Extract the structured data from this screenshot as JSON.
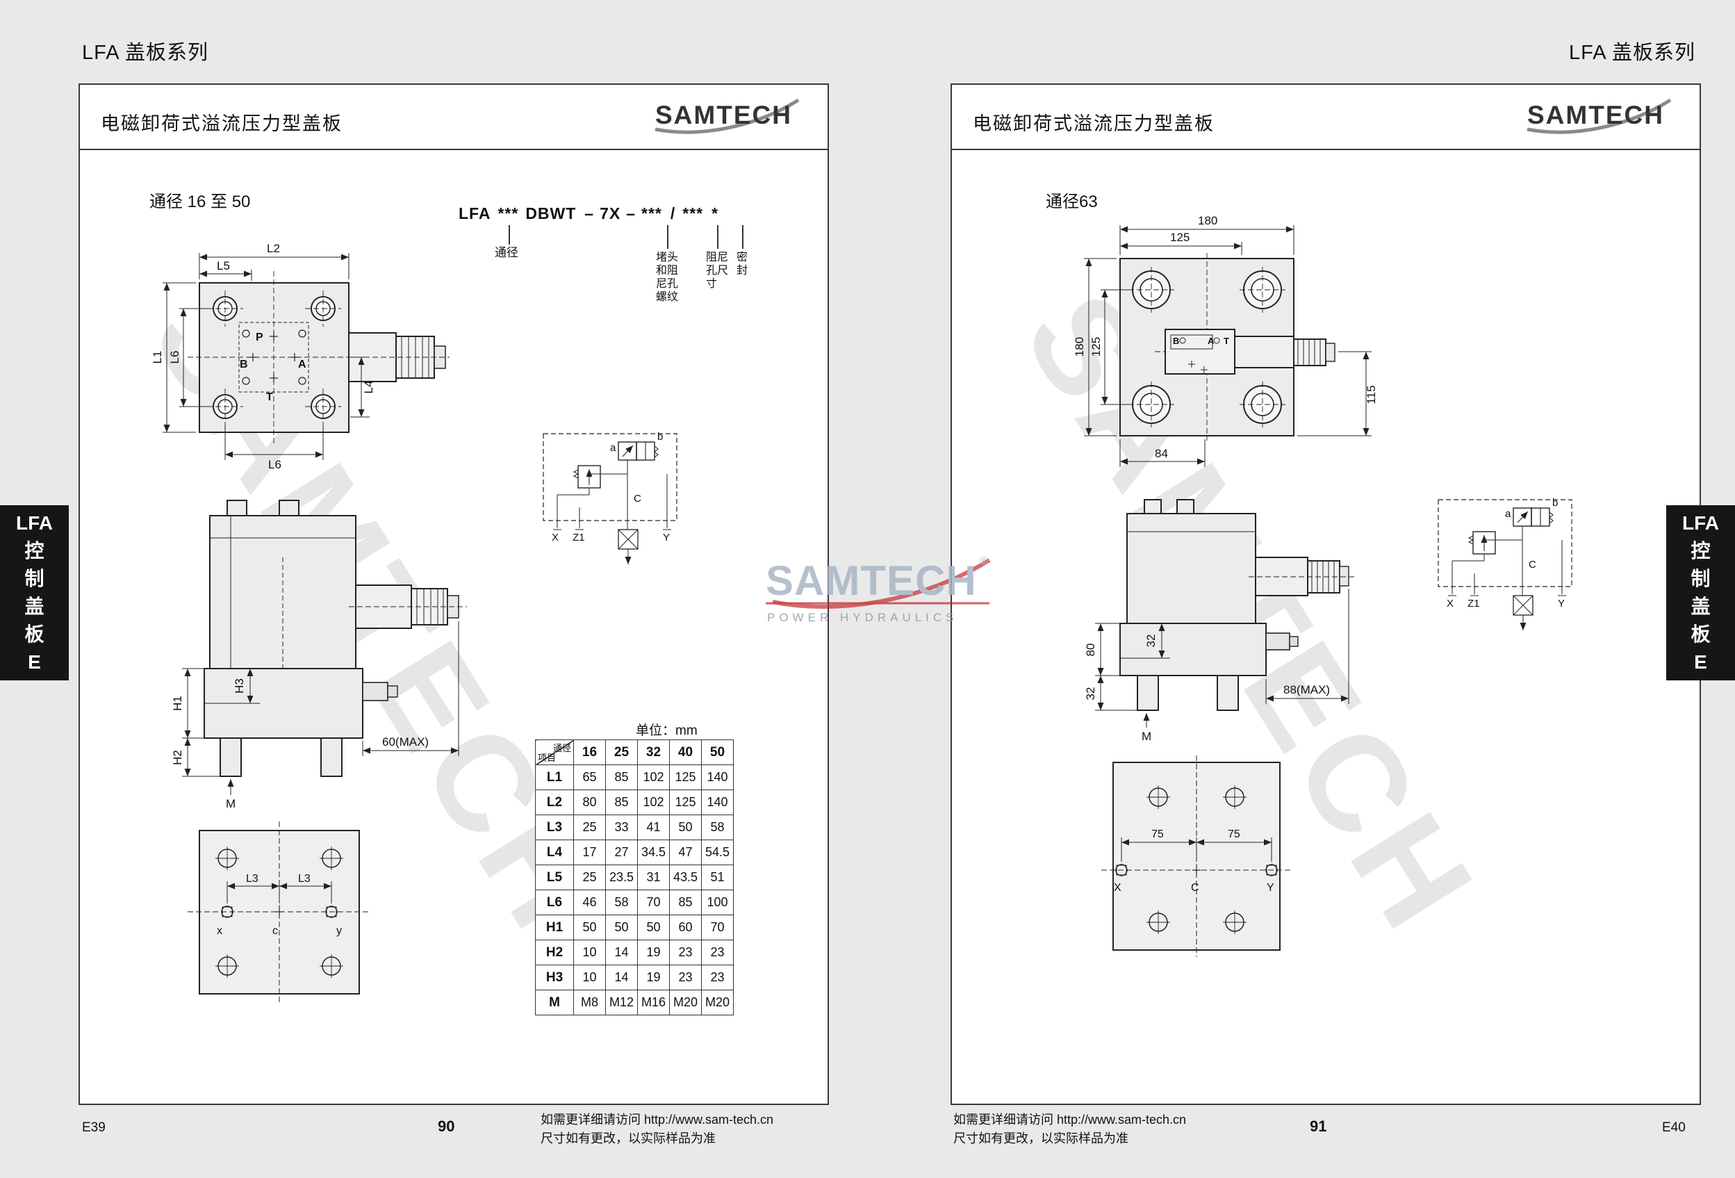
{
  "colors": {
    "accent_red": "#c2262b",
    "logo_dark": "#3a3a3a",
    "watermark_blue_gray": "#a9b6c6"
  },
  "chrome": {
    "header_left": "LFA 盖板系列",
    "header_right": "LFA 盖板系列",
    "tab_lines": [
      "LFA",
      "控",
      "制",
      "盖",
      "板",
      "E"
    ]
  },
  "watermark": {
    "diagonal_text": "SAMTECH",
    "center_logo": {
      "text": "SAMTECH",
      "reg": "®",
      "subtitle": "POWER HYDRAULICS"
    }
  },
  "left_page": {
    "title": "电磁卸荷式溢流压力型盖板",
    "logo": "SAMTECH",
    "section": "通径 16 至 50",
    "model_code": {
      "parts": [
        "LFA",
        "***",
        "DBWT",
        "–",
        "7X",
        "–",
        "***",
        "/",
        "***",
        "*"
      ],
      "labels": {
        "bore": "通径",
        "plug": [
          "堵头",
          "和阻",
          "尼孔",
          "螺纹"
        ],
        "orifice": [
          "阻尼",
          "孔尺",
          "寸"
        ],
        "seal": [
          "密",
          "封"
        ]
      }
    },
    "top_view": {
      "dims": {
        "l2": "L2",
        "l5": "L5",
        "l1": "L1",
        "l6_left": "L6",
        "l4": "L4",
        "l6_bottom": "L6"
      },
      "ports": {
        "p": "P",
        "b": "B",
        "a": "A",
        "t": "T"
      }
    },
    "side_view": {
      "dims": {
        "h3": "H3",
        "h1": "H1",
        "h2": "H2",
        "m": "M",
        "max": "60(MAX)"
      }
    },
    "bottom_view": {
      "dims": {
        "l3a": "L3",
        "l3b": "L3"
      },
      "ports": {
        "x": "x",
        "c": "c",
        "y": "y"
      }
    },
    "schematic": {
      "labels": {
        "a": "a",
        "b": "b",
        "c": "C",
        "x": "X",
        "z1": "Z1",
        "y": "Y"
      }
    },
    "table": {
      "unit": "单位：mm",
      "corner_top": "通径",
      "corner_bottom": "项目",
      "columns": [
        "16",
        "25",
        "32",
        "40",
        "50"
      ],
      "rows": [
        {
          "label": "L1",
          "values": [
            "65",
            "85",
            "102",
            "125",
            "140"
          ]
        },
        {
          "label": "L2",
          "values": [
            "80",
            "85",
            "102",
            "125",
            "140"
          ]
        },
        {
          "label": "L3",
          "values": [
            "25",
            "33",
            "41",
            "50",
            "58"
          ]
        },
        {
          "label": "L4",
          "values": [
            "17",
            "27",
            "34.5",
            "47",
            "54.5"
          ]
        },
        {
          "label": "L5",
          "values": [
            "25",
            "23.5",
            "31",
            "43.5",
            "51"
          ]
        },
        {
          "label": "L6",
          "values": [
            "46",
            "58",
            "70",
            "85",
            "100"
          ]
        },
        {
          "label": "H1",
          "values": [
            "50",
            "50",
            "50",
            "60",
            "70"
          ]
        },
        {
          "label": "H2",
          "values": [
            "10",
            "14",
            "19",
            "23",
            "23"
          ]
        },
        {
          "label": "H3",
          "values": [
            "10",
            "14",
            "19",
            "23",
            "23"
          ]
        },
        {
          "label": "M",
          "values": [
            "M8",
            "M12",
            "M16",
            "M20",
            "M20"
          ]
        }
      ]
    },
    "footer": {
      "doc_code": "E39",
      "page_number": "90",
      "note1": "如需更详细请访问 http://www.sam-tech.cn",
      "note2": "尺寸如有更改，以实际样品为准"
    }
  },
  "right_page": {
    "title": "电磁卸荷式溢流压力型盖板",
    "logo": "SAMTECH",
    "section": "通径63",
    "top_view": {
      "dims": {
        "w180": "180",
        "w125": "125",
        "h180": "180",
        "h125": "125",
        "h115": "115",
        "w84": "84"
      },
      "ports": {
        "b": "B",
        "a": "A",
        "t": "T"
      }
    },
    "side_view": {
      "dims": {
        "d32_top": "32",
        "d80": "80",
        "d32_bottom": "32",
        "m": "M",
        "max": "88(MAX)"
      }
    },
    "bottom_view": {
      "dims": {
        "d75a": "75",
        "d75b": "75"
      },
      "ports": {
        "x": "X",
        "c": "C",
        "y": "Y"
      }
    },
    "schematic": {
      "labels": {
        "a": "a",
        "b": "b",
        "c": "C",
        "x": "X",
        "z1": "Z1",
        "y": "Y"
      }
    },
    "footer": {
      "note1": "如需更详细请访问 http://www.sam-tech.cn",
      "note2": "尺寸如有更改，以实际样品为准",
      "page_number": "91",
      "doc_code": "E40"
    }
  }
}
